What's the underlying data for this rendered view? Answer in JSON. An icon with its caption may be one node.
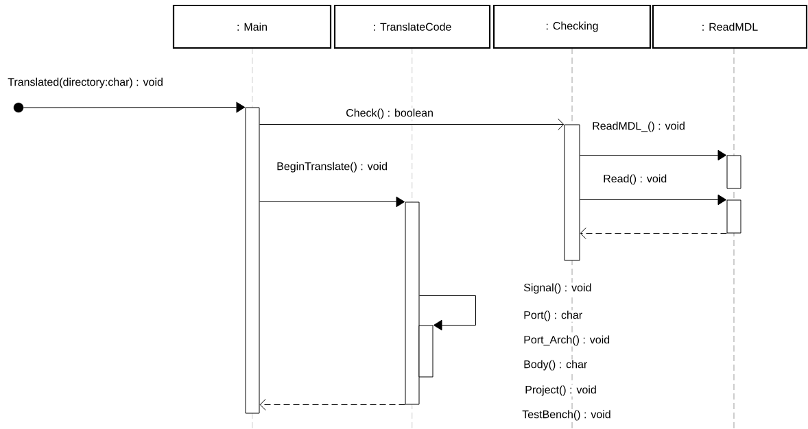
{
  "diagram": {
    "nodes": [
      {
        "text": [
          ": Main"
        ]
      },
      {
        "text": [
          ": TranslateCode"
        ]
      },
      {
        "text": [
          ": Checking"
        ]
      },
      {
        "text": [
          ": ReadMDL"
        ]
      },
      {
        "text": [],
        "shape": "circle"
      },
      {
        "text": [],
        "shape": "bar"
      },
      {
        "text": [],
        "shape": "bar"
      },
      {
        "text": [],
        "shape": "bar"
      },
      {
        "text": [],
        "shape": "bar"
      },
      {
        "text": [],
        "shape": "bar"
      },
      {
        "text": [],
        "shape": "bar"
      }
    ],
    "edges": [
      {
        "from": 4,
        "to": 5,
        "arrow": "to",
        "label": "Translated(directory:char) : void"
      },
      {
        "from": 5,
        "to": 8,
        "arrow": "to",
        "label": "Check() : boolean"
      },
      {
        "from": 5,
        "to": 6,
        "arrow": "to",
        "label": "BeginTranslate() : void"
      },
      {
        "from": 6,
        "to": 7,
        "arrow": "to"
      },
      {
        "from": 8,
        "to": 9,
        "arrow": "to",
        "label": "ReadMDL_() : void"
      },
      {
        "from": 8,
        "to": 10,
        "arrow": "to",
        "label": "Read() : void"
      },
      {
        "from": 10,
        "to": 8,
        "arrow": "to",
        "style": "dashed"
      },
      {
        "from": 6,
        "to": 5,
        "arrow": "to",
        "style": "dashed"
      }
    ],
    "labels": [
      "Signal() : void",
      "Port() : char",
      "Port_Arch() : void",
      "Body() : char",
      "Project() : void",
      "TestBench() : void"
    ]
  }
}
